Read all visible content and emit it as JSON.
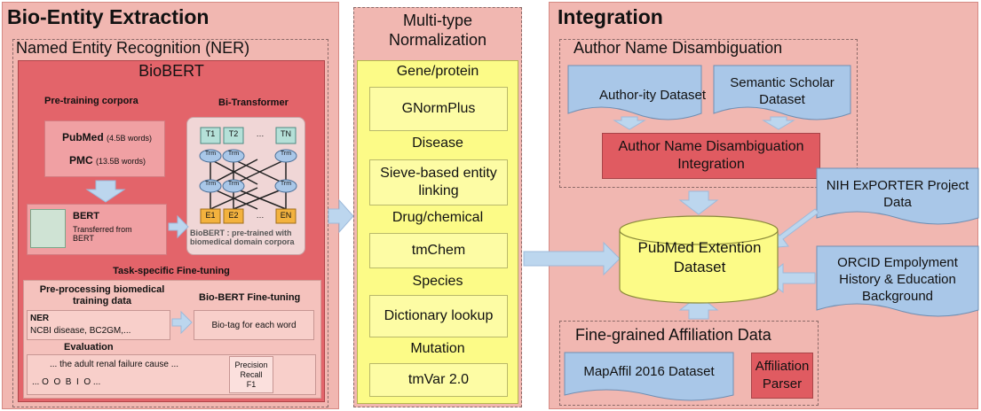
{
  "left": {
    "title": "Bio-Entity Extraction",
    "ner_label": "Named Entity Recognition (NER)",
    "biobert": {
      "title": "BioBERT",
      "pretraining_title": "Pre-training corpora",
      "pubmed": "PubMed",
      "pubmed_words": "(4.5B words)",
      "pmc": "PMC",
      "pmc_words": "(13.5B words)",
      "bert_title": "BERT",
      "bert_sub": "Transferred from BERT",
      "bitransformer_title": "Bi-Transformer",
      "bitransformer_caption": "BioBERT : pre-trained with biomedical domain corpora",
      "t_labels": [
        "T1",
        "T2",
        "…",
        "TN"
      ],
      "trm_label": "Trm",
      "e_labels": [
        "E1",
        "E2",
        "…",
        "EN"
      ],
      "finetune_title": "Task-specific Fine-tuning",
      "preproc_title": "Pre-processing biomedical training data",
      "ner_item": "NER",
      "ner_detail": "NCBI disease, BC2GM,...",
      "biobert_ft_title": "Bio-BERT Fine-tuning",
      "biotag": "Bio-tag for each word",
      "evaluation": "Evaluation",
      "eval_sentence": "... the adult renal failure cause ...",
      "eval_tags": "... O  O  B  I  O ...",
      "metrics": "Precision\nRecall\nF1"
    }
  },
  "middle": {
    "title": "Multi-type Normalization",
    "sections": [
      {
        "header": "Gene/protein",
        "box": "GNormPlus"
      },
      {
        "header": "Disease",
        "box": "Sieve-based entity linking"
      },
      {
        "header": "Drug/chemical",
        "box": "tmChem"
      },
      {
        "header": "Species",
        "box": "Dictionary lookup"
      },
      {
        "header": "Mutation",
        "box": "tmVar 2.0"
      }
    ]
  },
  "right": {
    "title": "Integration",
    "and_title": "Author Name Disambiguation",
    "authority": "Author-ity Dataset",
    "semantic": "Semantic Scholar Dataset",
    "and_integration": "Author Name Disambiguation Integration",
    "nih": "NIH ExPORTER Project Data",
    "orcid": "ORCID Empolyment History & Education Background",
    "pubmed_ext": "PubMed Extention Dataset",
    "affil_title": "Fine-grained Affiliation Data",
    "mapaffil": "MapAffil 2016 Dataset",
    "affil_parser": "Affiliation Parser"
  },
  "colors": {
    "panel": "#f1b7b1",
    "red": "#e05b61",
    "yellow": "#fcfb87",
    "blue": "#a9c7e8",
    "arrow": "#bcd6ee"
  }
}
